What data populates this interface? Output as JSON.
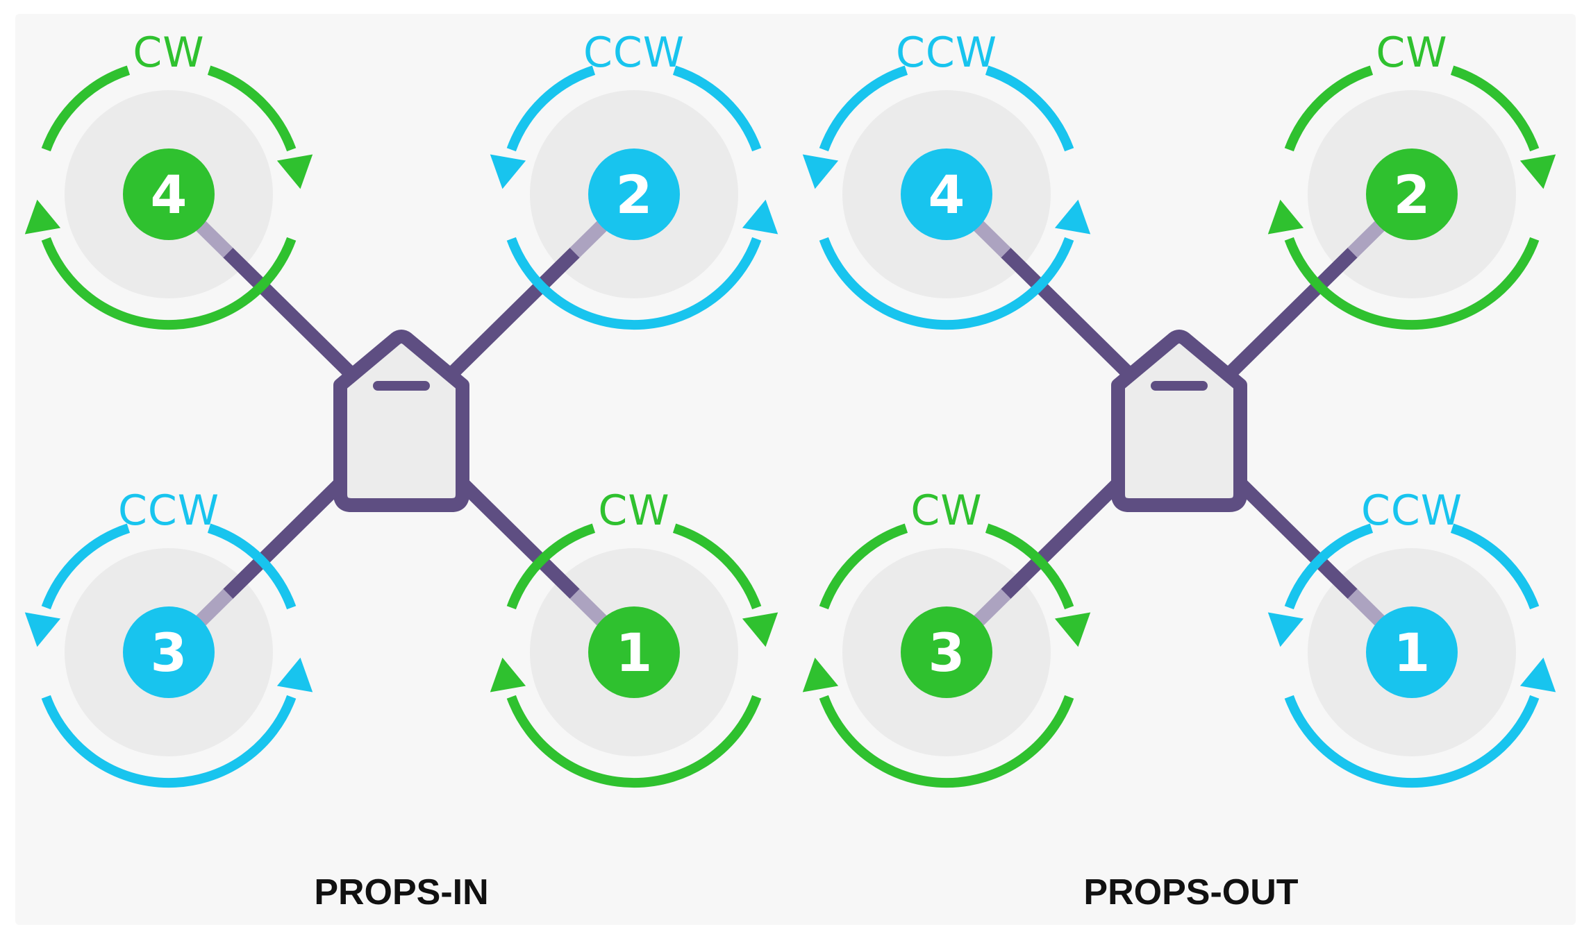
{
  "colors": {
    "cw": "#2fc12f",
    "ccw": "#18c4ee",
    "frame": "#5e4e82",
    "arm_light": "#aca3c0",
    "prop_disc": "#ebebeb",
    "background": "#f7f7f7",
    "label": "#111111"
  },
  "configurations": [
    {
      "label": "PROPS-IN",
      "motors": [
        {
          "number": "4",
          "rotation": "CW",
          "position": "top-left"
        },
        {
          "number": "2",
          "rotation": "CCW",
          "position": "top-right"
        },
        {
          "number": "3",
          "rotation": "CCW",
          "position": "bottom-left"
        },
        {
          "number": "1",
          "rotation": "CW",
          "position": "bottom-right"
        }
      ]
    },
    {
      "label": "PROPS-OUT",
      "motors": [
        {
          "number": "4",
          "rotation": "CCW",
          "position": "top-left"
        },
        {
          "number": "2",
          "rotation": "CW",
          "position": "top-right"
        },
        {
          "number": "3",
          "rotation": "CW",
          "position": "bottom-left"
        },
        {
          "number": "1",
          "rotation": "CCW",
          "position": "bottom-right"
        }
      ]
    }
  ]
}
